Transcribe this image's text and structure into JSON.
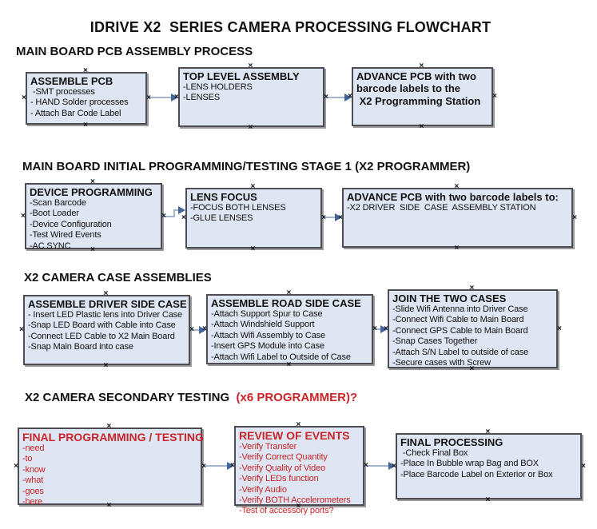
{
  "title": "IDRIVE X2  SERIES CAMERA PROCESSING FLOWCHART",
  "glyphs": {
    "handle": "×"
  },
  "colors": {
    "box_fill": "#dde6f2",
    "box_border": "#4c4c52",
    "box_shadow": "#9b9b9b",
    "arrow_line": "#a3b5cd",
    "arrow_head": "#45639b",
    "red_text": "#cc2428",
    "black_text": "#111111"
  },
  "sections": [
    {
      "heading": "MAIN BOARD PCB ASSEMBLY PROCESS",
      "boxes": [
        {
          "title": "ASSEMBLE PCB",
          "items": [
            " -SMT processes",
            "- HAND Solder processes",
            "- Attach Bar Code Label"
          ]
        },
        {
          "title": "TOP LEVEL ASSEMBLY",
          "items": [
            "-LENS HOLDERS",
            "-LENSES"
          ]
        },
        {
          "title": "ADVANCE PCB with two",
          "items": [
            "barcode labels to the",
            " X2 Programming Station"
          ]
        }
      ]
    },
    {
      "heading": "MAIN BOARD INITIAL PROGRAMMING/TESTING STAGE 1 (X2 PROGRAMMER)",
      "boxes": [
        {
          "title": "DEVICE PROGRAMMING",
          "items": [
            "-Scan Barcode",
            "-Boot Loader",
            "-Device Configuration",
            "-Test Wired Events",
            "-AC SYNC"
          ]
        },
        {
          "title": "LENS FOCUS",
          "items": [
            "-FOCUS BOTH LENSES",
            "-GLUE LENSES"
          ]
        },
        {
          "title": "ADVANCE PCB with two barcode labels to:",
          "items": [
            "-X2 DRIVER  SIDE  CASE  ASSEMBLY STATION"
          ]
        }
      ]
    },
    {
      "heading": "X2 CAMERA CASE ASSEMBLIES",
      "boxes": [
        {
          "title": "ASSEMBLE DRIVER SIDE CASE",
          "items": [
            "- Insert LED Plastic lens into Driver Case",
            "-Snap LED Board with Cable into Case",
            "-Connect LED Cable to X2 Main Board",
            "-Snap Main Board into case"
          ]
        },
        {
          "title": "ASSEMBLE ROAD SIDE CASE",
          "items": [
            "-Attach Support Spur to Case",
            "-Attach Windshield Support",
            "-Attach Wifi Assembly to Case",
            "-Insert GPS Module into Case",
            "-Attach Wifi Label to Outside of Case"
          ]
        },
        {
          "title": "JOIN THE TWO CASES",
          "items": [
            "-Slide Wifi Antenna into Driver Case",
            "-Connect Wifi Cable to Main Board",
            "-Connect GPS Cable to Main Board",
            "-Snap Cases Together",
            "-Attach S/N Label to outside of case",
            "-Secure cases with Screw"
          ]
        }
      ]
    },
    {
      "heading": "X2 CAMERA SECONDARY TESTING ",
      "heading_red": " (x6 PROGRAMMER)?",
      "boxes": [
        {
          "title": "FINAL PROGRAMMING / TESTING",
          "items": [
            "-need",
            "-to",
            "-know",
            "-what",
            "-goes",
            "-here"
          ]
        },
        {
          "title": "REVIEW OF EVENTS",
          "items": [
            "-Verify Transfer",
            "-Verify Correct Quantity",
            "-Verify Quality of Video",
            "-Verify LEDs function",
            "-Verify Audio",
            "-Verify BOTH Accelerometers",
            "-Test of accessory ports?"
          ]
        },
        {
          "title": "FINAL PROCESSING",
          "items": [
            " -Check Final Box",
            "-Place In Bubble wrap Bag and BOX",
            "-Place Barcode Label on Exterior or Box"
          ]
        }
      ]
    }
  ]
}
